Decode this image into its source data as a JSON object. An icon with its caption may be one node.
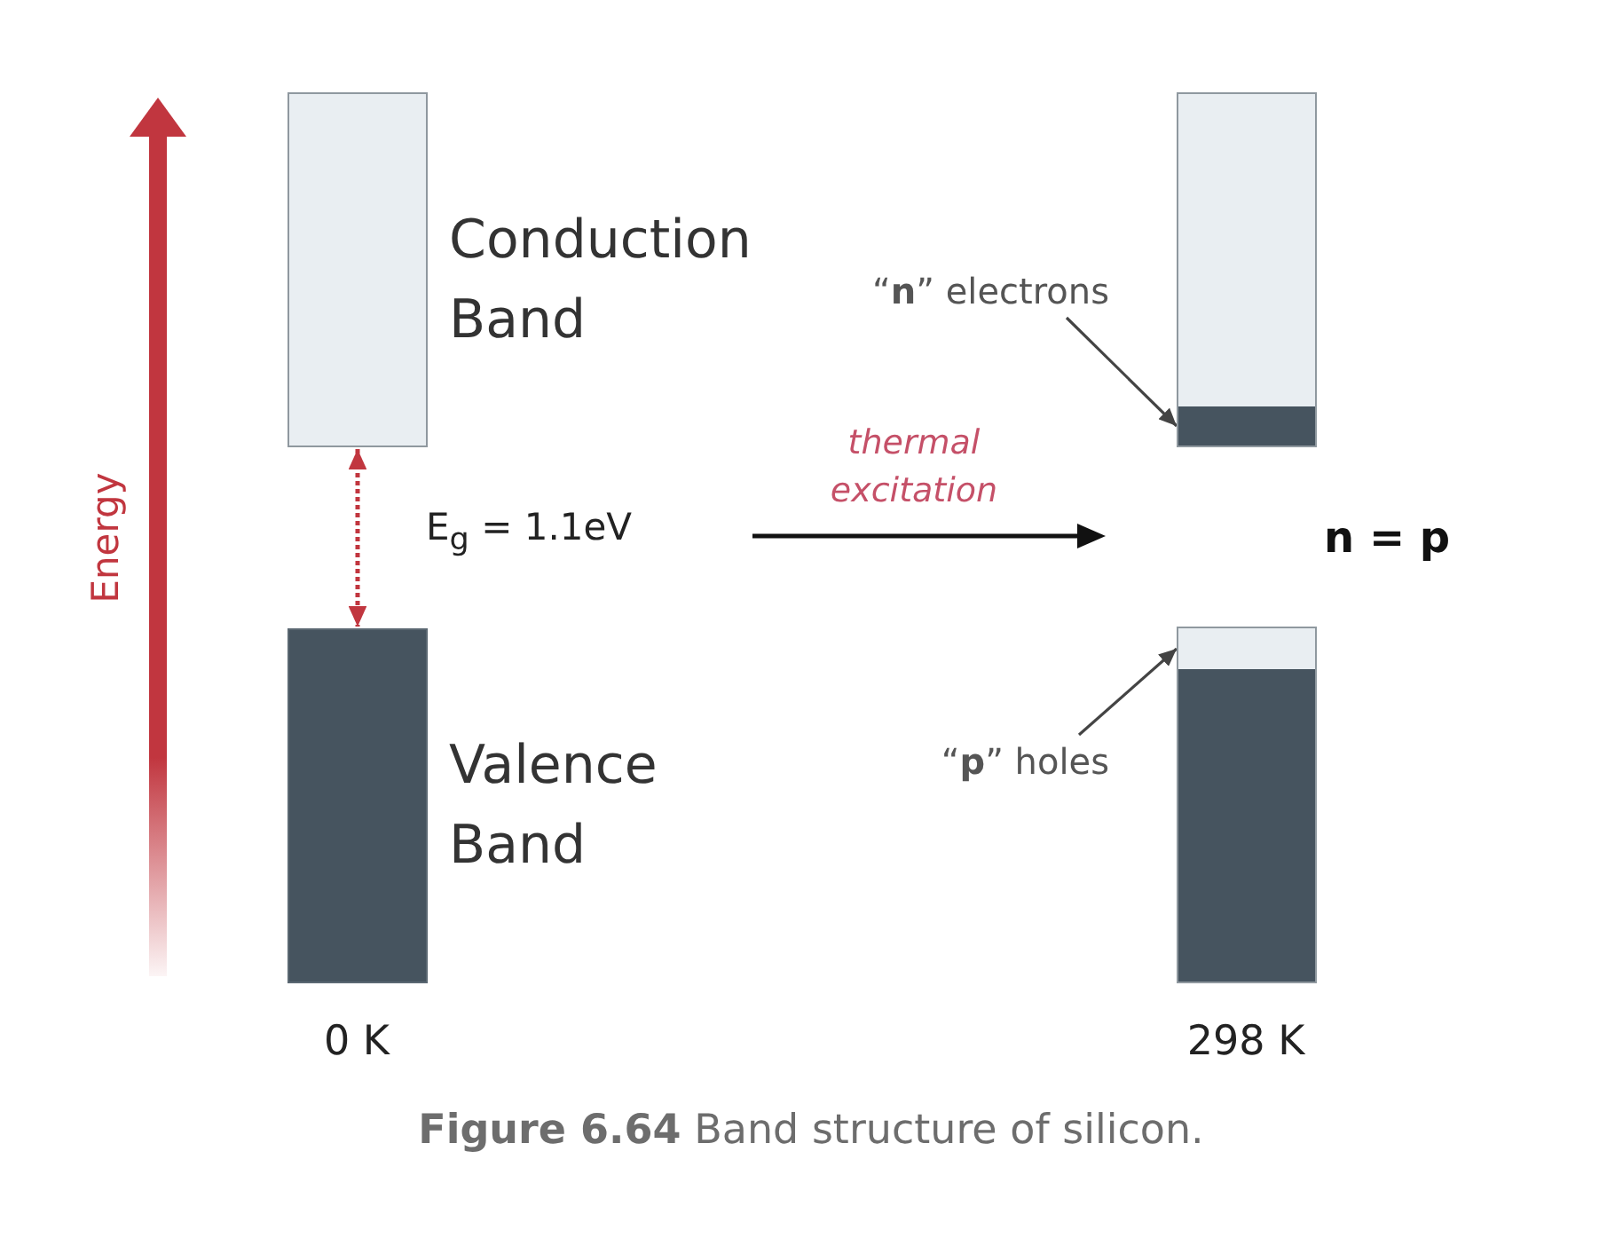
{
  "diagram": {
    "caption": "**Figure 6.64** Band structure of silicon.",
    "nodes": [
      {
        "text": [
          "Conduction Band"
        ]
      },
      {
        "text": [
          "Valence Band"
        ]
      },
      {
        "text": [],
        "shape": "box"
      },
      {
        "text": [],
        "shape": "bar",
        "in": 2
      },
      {
        "text": [
          "“**n**” electrons"
        ]
      },
      {
        "text": [],
        "shape": "box"
      },
      {
        "text": [],
        "shape": "bar",
        "in": 5
      },
      {
        "text": [
          "“**p**” holes"
        ]
      }
    ],
    "edges": [
      {
        "from": 0,
        "to": 1,
        "arrow": "both",
        "style": "dashed",
        "color": "#c1363f"
      },
      {
        "from": 4,
        "to": 3,
        "arrow": "to"
      },
      {
        "from": 7,
        "to": 6,
        "arrow": "to"
      }
    ],
    "labels": [
      "Energy",
      "thermal excitation",
      "E$_{g}$ = 1.1eV",
      "n = p",
      "0 K",
      "298 K"
    ]
  }
}
